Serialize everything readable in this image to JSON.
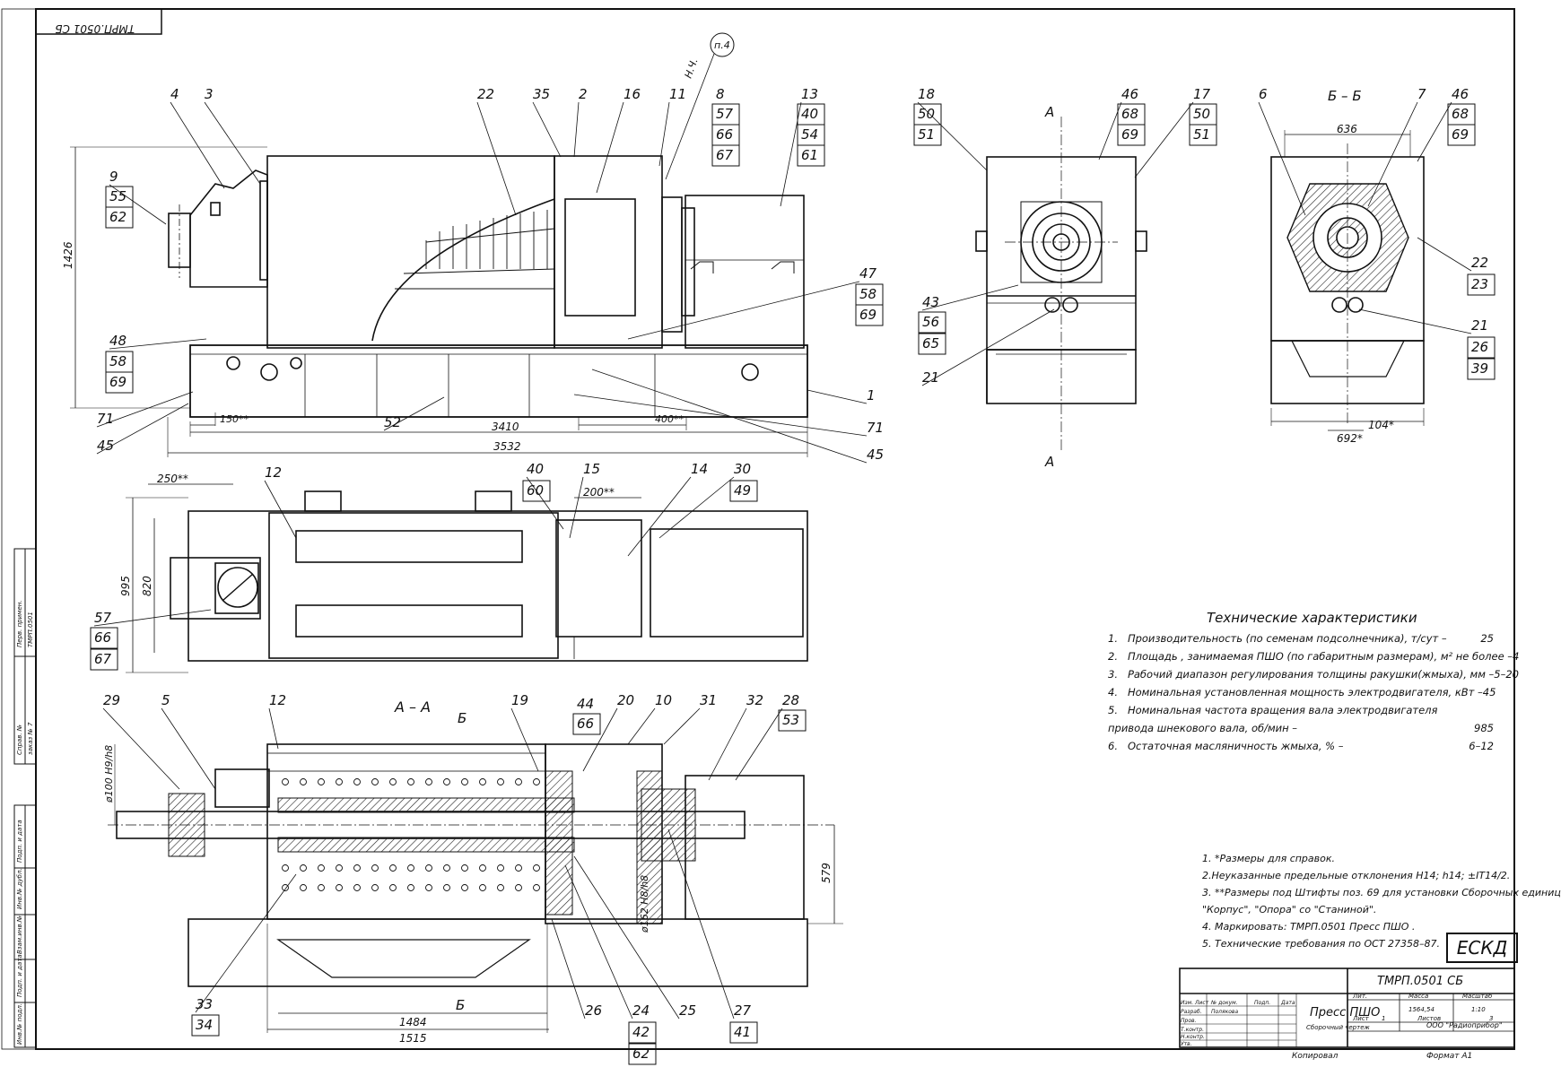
{
  "stamp": {
    "mirrored_code": "ТМРП.0501 СБ"
  },
  "drawing_code": "ТМРП.0501 СБ",
  "product_name": "Пресс ПШО",
  "doc_type": "Сборочный чертеж",
  "organization": "ООО \"Радиоприбор\"",
  "mass": "1564,54",
  "scale": "1:10",
  "sheet": "1",
  "sheets": "3",
  "copied": "Копировал",
  "format": "Формат   А1",
  "title_block_labels": {
    "lit": "Лит.",
    "mass": "Масса",
    "scale": "Масштаб",
    "sheet": "Лист",
    "sheets": "Листов",
    "izm": "Изм.",
    "list": "Лист",
    "ndoc": "№ докум.",
    "podp": "Подп.",
    "data": "Дата",
    "razrab": "Разраб.",
    "prov": "Пров.",
    "tkontr": "Т.контр.",
    "nkontr": "Н.контр.",
    "utv": "Утв.",
    "razrab_name": "Полякова"
  },
  "side_stamp": [
    "Перв. примен.",
    "ТМРП.0501",
    "Справ. №",
    "заказ № 7",
    "Подп. и дата",
    "Инв.№ дубл.",
    "Взам.инв.№",
    "Подп. и дата",
    "Инв.№ подл."
  ],
  "spec_title": "Технические характеристики",
  "specs": [
    {
      "n": "1.",
      "text": "Производительность  (по семенам подсолнечника),  т/сут –",
      "value": "25"
    },
    {
      "n": "2.",
      "text": "Площадь , занимаемая ПШО  (по габаритным размерам), м² не более –",
      "value": "4"
    },
    {
      "n": "3.",
      "text": "Рабочий диапазон регулирования толщины ракушки(жмыха), мм –",
      "value": "5–20"
    },
    {
      "n": "4.",
      "text": "Номинальная установленная мощность электродвигателя,  кВт –",
      "value": "45"
    },
    {
      "n": "5.",
      "text": "Номинальная частота вращения вала электродвигателя",
      "value": ""
    },
    {
      "n": "",
      "text": "привода шнекового вала, об/мин –",
      "value": "985"
    },
    {
      "n": "6.",
      "text": "Остаточная масляничность жмыха,  % –",
      "value": "6–12"
    }
  ],
  "notes": [
    "1. *Размеры для справок.",
    "2.Неуказанные предельные отклонения H14; h14; ±IT14/2.",
    "3. **Размеры под Штифты поз. 69 для установки Сборочных единиц",
    "\"Корпус\", \"Опора\" со \"Станиной\".",
    "4.  Маркировать:  ТМРП.0501   Пресс ПШО .",
    "5. Технические требования по ОСТ 27358–87."
  ],
  "standard_badge": "ЕСКД",
  "section_labels": {
    "aa": "А – А",
    "bb": "Б – Б",
    "a": "А",
    "b": "Б",
    "p4": "п.4",
    "hch": "Н.Ч."
  },
  "dimensions": {
    "d1426": "1426",
    "d150": "150**",
    "d3410": "3410",
    "d3532": "3532",
    "d400": "400**",
    "d636": "636",
    "d104": "104*",
    "d692": "692*",
    "d250": "250**",
    "d200": "200**",
    "d995": "995",
    "d820": "820",
    "d1484": "1484",
    "d1515": "1515",
    "d579": "579",
    "dia100": "ø100 H9/h8",
    "dia162": "ø162 H8/h8"
  },
  "callouts_front": [
    "4",
    "3",
    "22",
    "35",
    "2",
    "16",
    "11",
    "8",
    "57",
    "66",
    "67",
    "13",
    "40",
    "54",
    "61",
    "9",
    "55",
    "62",
    "47",
    "58",
    "69",
    "48",
    "58",
    "69",
    "1",
    "71",
    "45",
    "52",
    "71",
    "45"
  ],
  "callouts_side": [
    "18",
    "50",
    "51",
    "46",
    "68",
    "69",
    "17",
    "50",
    "51",
    "43",
    "56",
    "65",
    "21"
  ],
  "callouts_section_bb": [
    "6",
    "7",
    "46",
    "68",
    "69",
    "22",
    "23",
    "21",
    "26",
    "39"
  ],
  "callouts_plan": [
    "12",
    "40",
    "60",
    "15",
    "14",
    "30",
    "49",
    "57",
    "66",
    "67"
  ],
  "callouts_section_aa": [
    "29",
    "5",
    "12",
    "19",
    "44",
    "66",
    "20",
    "10",
    "31",
    "32",
    "28",
    "53",
    "33",
    "34",
    "26",
    "24",
    "42",
    "62",
    "25",
    "27",
    "41"
  ]
}
